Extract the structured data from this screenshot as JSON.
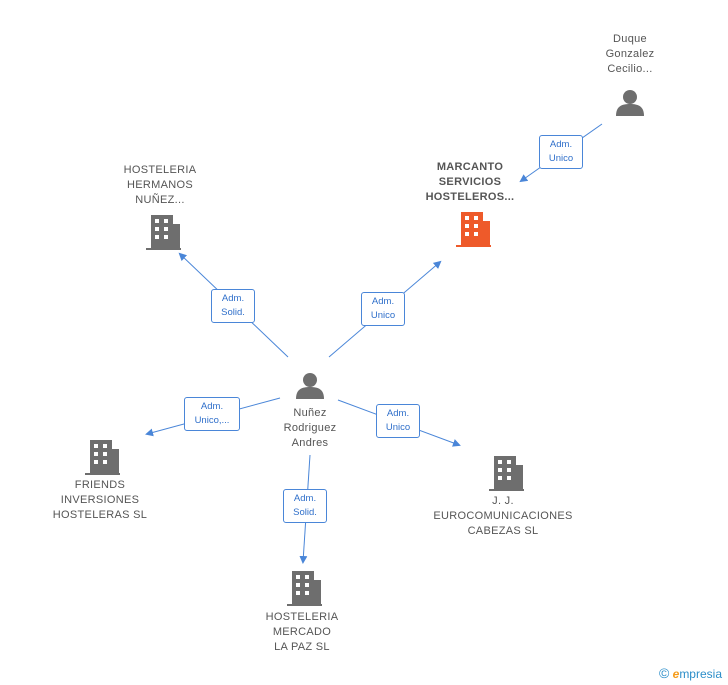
{
  "colors": {
    "edge": "#4a86d8",
    "building_default": "#6e6e6e",
    "building_highlight": "#ee5a2a",
    "person": "#6e6e6e"
  },
  "nodes": {
    "duque": {
      "label": "Duque\nGonzalez\nCecilio...",
      "type": "person-icon"
    },
    "marcanto": {
      "label": "MARCANTO\nSERVICIOS\nHOSTELEROS...",
      "type": "building-icon",
      "highlight": true
    },
    "hosteleria_hermanos": {
      "label": "HOSTELERIA\nHERMANOS\nNUÑEZ...",
      "type": "building-icon"
    },
    "nunez": {
      "label": "Nuñez\nRodriguez\nAndres",
      "type": "person-icon"
    },
    "friends": {
      "label": "FRIENDS\nINVERSIONES\nHOSTELERAS SL",
      "type": "building-icon"
    },
    "jj": {
      "label": "J. J.\nEUROCOMUNICACIONES\nCABEZAS SL",
      "type": "building-icon"
    },
    "mercado": {
      "label": "HOSTELERIA\nMERCADO\nLA PAZ  SL",
      "type": "building-icon"
    }
  },
  "edges": {
    "duque_marcanto": "Adm.\nUnico",
    "nunez_hermanos": "Adm.\nSolid.",
    "nunez_marcanto": "Adm.\nUnico",
    "nunez_friends": "Adm.\nUnico,...",
    "nunez_jj": "Adm.\nUnico",
    "nunez_mercado": "Adm.\nSolid."
  },
  "footer": {
    "copyright": "©",
    "brand_initial": "e",
    "brand_rest": "mpresia"
  }
}
